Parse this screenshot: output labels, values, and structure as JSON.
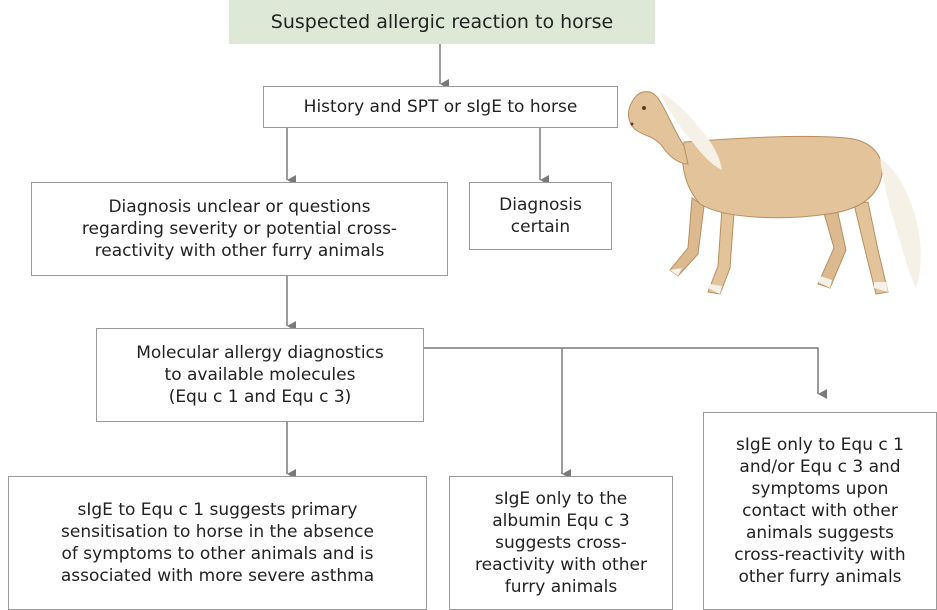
{
  "flowchart": {
    "top": "Suspected allergic reaction to horse",
    "history": "History and SPT or sIgE to horse",
    "unclear": "Diagnosis unclear or questions\nregarding severity or potential cross-\nreactivity with other furry animals",
    "certain": "Diagnosis\ncertain",
    "molecular": "Molecular allergy diagnostics\nto available molecules\n(Equ c 1 and Equ c 3)",
    "result_equc1": "sIgE to Equ c 1 suggests primary\nsensitisation to horse in the absence\nof symptoms to other animals and is\nassociated with more severe asthma",
    "result_albumin": "sIgE only to the\nalbumin Equ c 3\nsuggests cross-\nreactivity with other\nfurry animals",
    "result_contact": "sIgE only to Equ c 1\nand/or Equ c 3 and\nsymptoms upon\ncontact with other\nanimals suggests\ncross-reactivity with\nother furry animals"
  },
  "colors": {
    "top_fill": "#dde9d6",
    "border": "#9a9a9a",
    "arrow": "#7a7a7a",
    "horse_body": "#e3c39a",
    "horse_mane": "#f6f1e6"
  },
  "illustration": {
    "icon": "horse-icon"
  }
}
